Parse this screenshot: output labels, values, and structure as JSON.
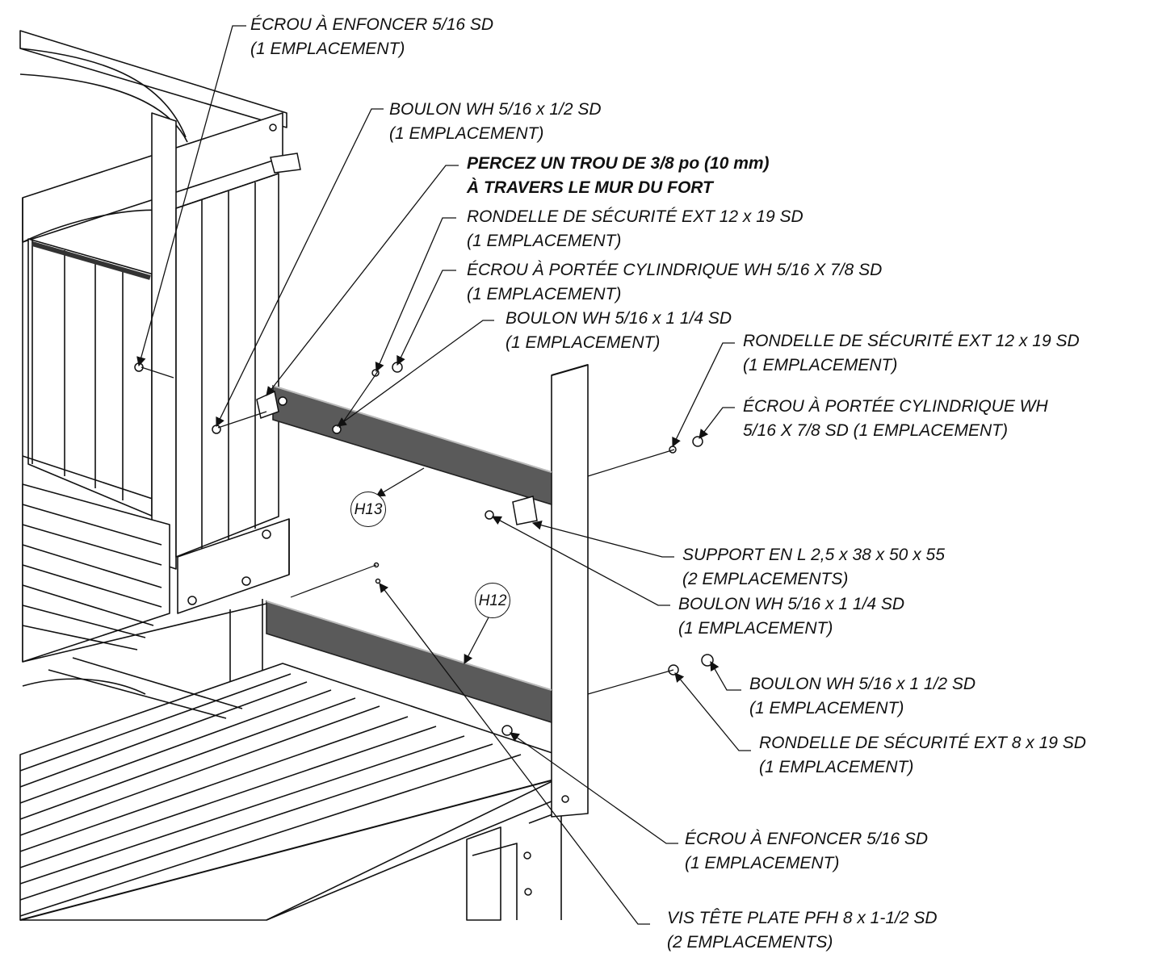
{
  "callouts": {
    "c1": {
      "l1": "ÉCROU À ENFONCER 5/16 SD",
      "l2": "(1 EMPLACEMENT)"
    },
    "c2": {
      "l1": "BOULON WH 5/16 x 1/2 SD",
      "l2": "(1 EMPLACEMENT)"
    },
    "c3": {
      "l1": "PERCEZ UN TROU DE 3/8 po (10 mm)",
      "l2": "À TRAVERS LE MUR DU FORT"
    },
    "c4": {
      "l1": "RONDELLE DE SÉCURITÉ EXT 12 x 19 SD",
      "l2": "(1 EMPLACEMENT)"
    },
    "c5": {
      "l1": "ÉCROU À PORTÉE CYLINDRIQUE WH 5/16 X 7/8 SD",
      "l2": "(1 EMPLACEMENT)"
    },
    "c6": {
      "l1": "BOULON WH 5/16 x 1 1/4 SD",
      "l2": "(1 EMPLACEMENT)"
    },
    "c7": {
      "l1": "RONDELLE DE SÉCURITÉ EXT 12 x 19 SD",
      "l2": "(1 EMPLACEMENT)"
    },
    "c8": {
      "l1": "ÉCROU À PORTÉE CYLINDRIQUE WH",
      "l2": "5/16 X 7/8 SD (1 EMPLACEMENT)"
    },
    "c9": {
      "l1": "SUPPORT EN L 2,5 x 38 x 50 x 55",
      "l2": "(2 EMPLACEMENTS)"
    },
    "c10": {
      "l1": "BOULON WH 5/16 x 1 1/4 SD",
      "l2": "(1 EMPLACEMENT)"
    },
    "c11": {
      "l1": "BOULON WH 5/16 x 1 1/2 SD",
      "l2": "(1 EMPLACEMENT)"
    },
    "c12": {
      "l1": "RONDELLE DE SÉCURITÉ EXT 8 x 19 SD",
      "l2": "(1 EMPLACEMENT)"
    },
    "c13": {
      "l1": "ÉCROU À ENFONCER 5/16 SD",
      "l2": "(1 EMPLACEMENT)"
    },
    "c14": {
      "l1": "VIS TÊTE PLATE PFH 8 x 1-1/2 SD",
      "l2": "(2 EMPLACEMENTS)"
    }
  },
  "parts": {
    "h13": "H13",
    "h12": "H12"
  },
  "colors": {
    "line": "#111111",
    "rail": "#5a5a5a",
    "rail_edge": "#3a3a3a",
    "paper": "#ffffff"
  }
}
